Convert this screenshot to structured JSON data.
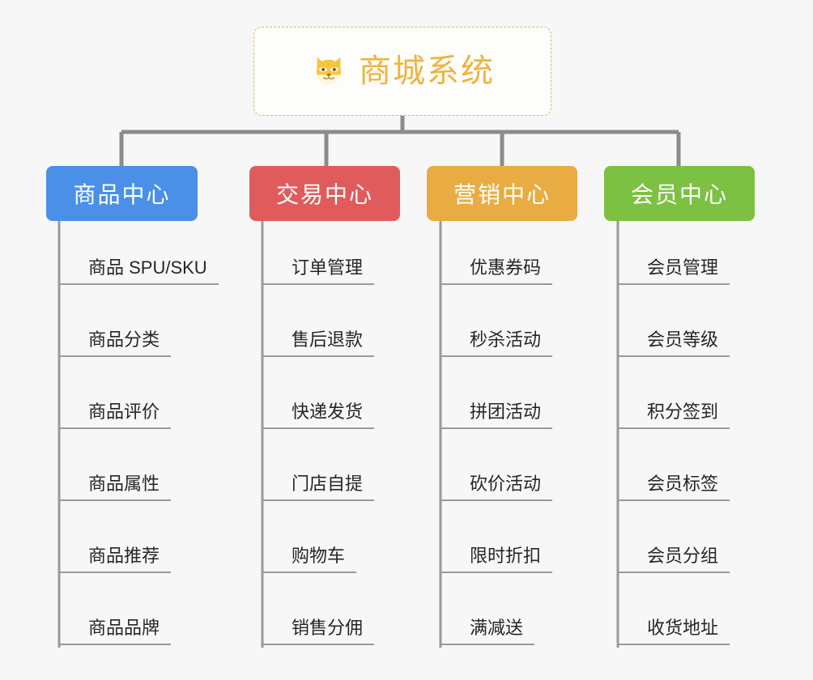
{
  "page": {
    "background_color": "#f7f7f7",
    "type": "mindmap-tree"
  },
  "root": {
    "title": "商城系统",
    "icon": "shiba-dog-face-icon",
    "icon_glyph": "🐶",
    "text_color": "#f0b340",
    "border_color": "#e8b65a",
    "background_color": "#fdfdfb"
  },
  "connector": {
    "color": "#8c8c8c"
  },
  "columns": [
    {
      "id": "product-center",
      "label": "商品中心",
      "color": "#4a90e8",
      "items": [
        "商品 SPU/SKU",
        "商品分类",
        "商品评价",
        "商品属性",
        "商品推荐",
        "商品品牌"
      ]
    },
    {
      "id": "trade-center",
      "label": "交易中心",
      "color": "#e05c5c",
      "items": [
        "订单管理",
        "售后退款",
        "快递发货",
        "门店自提",
        "购物车",
        "销售分佣"
      ]
    },
    {
      "id": "marketing-center",
      "label": "营销中心",
      "color": "#e9ac42",
      "items": [
        "优惠券码",
        "秒杀活动",
        "拼团活动",
        "砍价活动",
        "限时折扣",
        "满减送"
      ]
    },
    {
      "id": "member-center",
      "label": "会员中心",
      "color": "#7cc142",
      "items": [
        "会员管理",
        "会员等级",
        "积分签到",
        "会员标签",
        "会员分组",
        "收货地址"
      ]
    }
  ]
}
